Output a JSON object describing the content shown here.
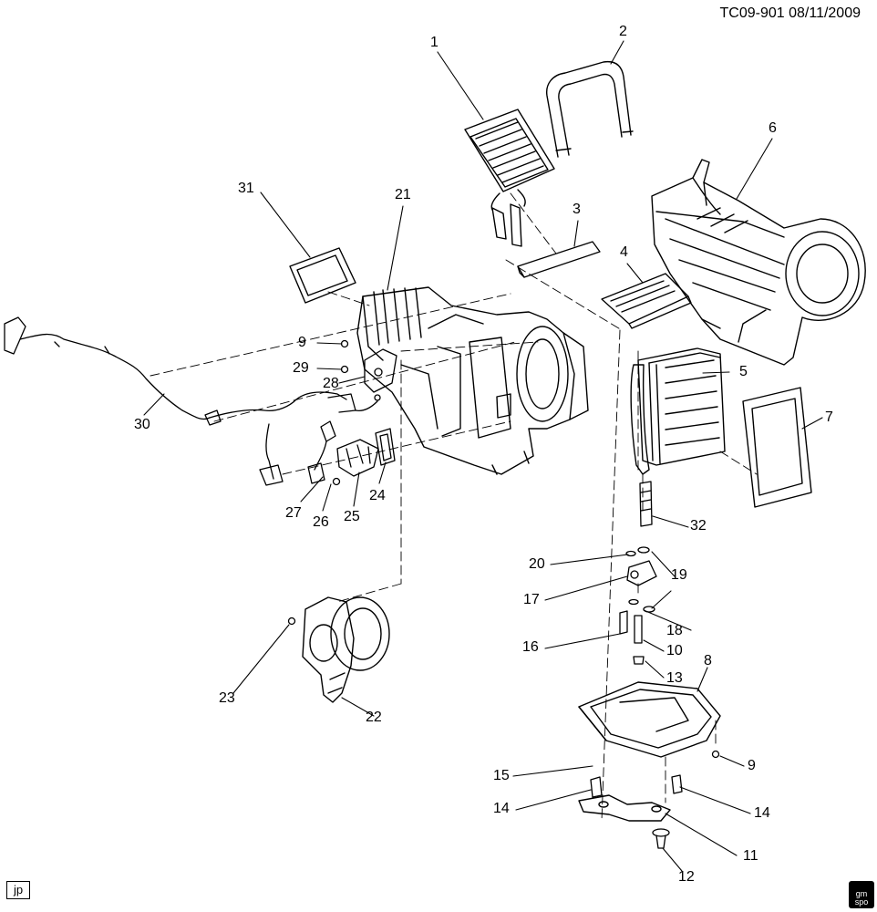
{
  "header": {
    "text": "TC09-901  08/11/2009"
  },
  "footer": {
    "code": "jp",
    "logo_text": "gm spo"
  },
  "callouts": [
    "1",
    "2",
    "3",
    "4",
    "5",
    "6",
    "7",
    "8",
    "9",
    "10",
    "11",
    "12",
    "13",
    "14",
    "15",
    "16",
    "17",
    "18",
    "19",
    "20",
    "21",
    "22",
    "23",
    "24",
    "25",
    "26",
    "27",
    "28",
    "29",
    "30",
    "31",
    "32"
  ]
}
